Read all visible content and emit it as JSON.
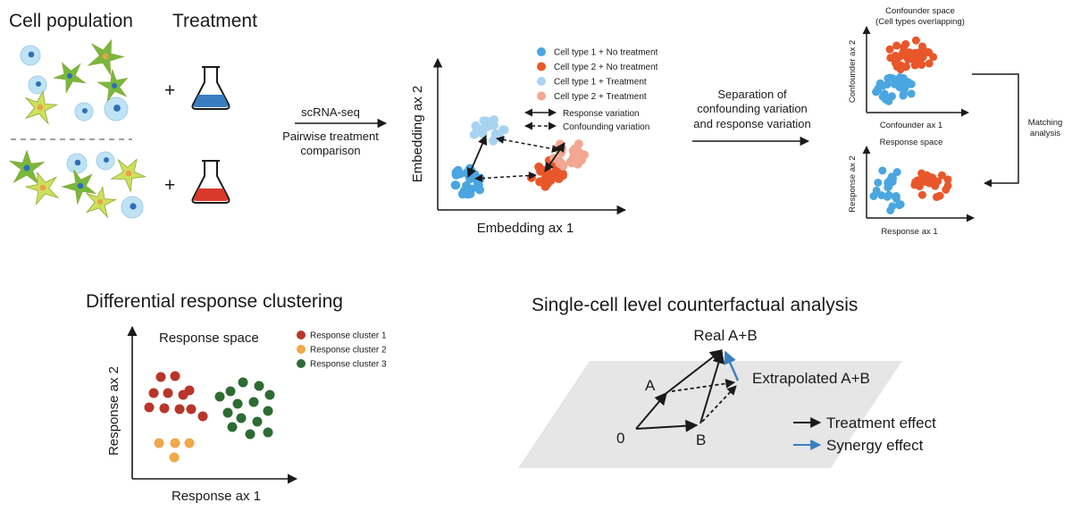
{
  "colors": {
    "type1": "#4aa6e0",
    "type2": "#e8572a",
    "type1_treated": "#a8d3f0",
    "type2_treated": "#f2a792",
    "cluster1": "#b8352a",
    "cluster2": "#f0a84a",
    "cluster3": "#2e6b33",
    "synergy": "#3a7ec1",
    "arrow": "#1a1a1a",
    "cell_blue": "#bfe3f5",
    "cell_green": "#78b83c",
    "cell_yellow": "#cfe05a",
    "plane": "#e6e6e6"
  },
  "panel1": {
    "title_cells": "Cell population",
    "title_treatment": "Treatment",
    "plus": "+",
    "icons": [
      "flask-untreated-icon",
      "flask-treated-icon",
      "cell-icon"
    ]
  },
  "arrow1": {
    "line1": "scRNA-seq",
    "line2": "Pairwise treatment",
    "line3": "comparison"
  },
  "embedding": {
    "xlabel": "Embedding ax 1",
    "ylabel": "Embedding ax 2",
    "legend": [
      "Cell type 1 + No treatment",
      "Cell type 2 + No treatment",
      "Cell type 1 + Treatment",
      "Cell type 2 + Treatment"
    ],
    "arrow_legend": [
      "Response variation",
      "Confounding variation"
    ]
  },
  "arrow2": {
    "line1": "Separation of",
    "line2": "confounding variation",
    "line3": "and response variation"
  },
  "confounder": {
    "title1": "Confounder space",
    "title2": "(Cell types overlapping)",
    "xlabel": "Confounder ax 1",
    "ylabel": "Confounder ax 2"
  },
  "response_small": {
    "title": "Response space",
    "xlabel": "Response ax 1",
    "ylabel": "Response ax 2"
  },
  "matching": {
    "line1": "Matching",
    "line2": "analysis"
  },
  "clustering": {
    "title": "Differential response clustering",
    "space_label": "Response space",
    "xlabel": "Response ax 1",
    "ylabel": "Response ax 2",
    "legend": [
      "Response cluster 1",
      "Response cluster 2",
      "Response cluster 3"
    ]
  },
  "counterfactual": {
    "title": "Single-cell level counterfactual analysis",
    "label_real": "Real A+B",
    "label_extrap": "Extrapolated A+B",
    "label_a": "A",
    "label_b": "B",
    "label_origin": "0",
    "legend": [
      "Treatment effect",
      "Synergy effect"
    ]
  }
}
